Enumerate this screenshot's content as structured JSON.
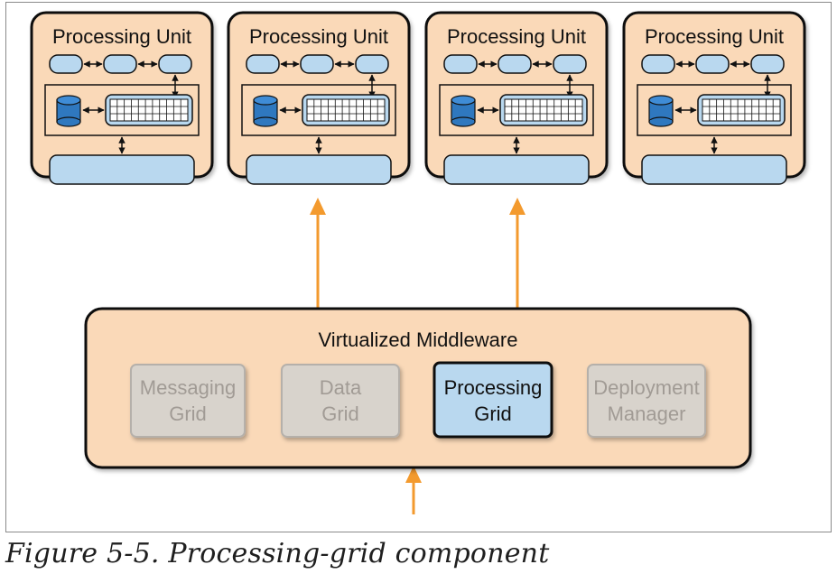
{
  "diagram": {
    "processing_units": [
      {
        "title": "Processing Unit"
      },
      {
        "title": "Processing Unit"
      },
      {
        "title": "Processing Unit"
      },
      {
        "title": "Processing Unit"
      }
    ],
    "middleware": {
      "title": "Virtualized Middleware",
      "components": [
        {
          "line1": "Messaging",
          "line2": "Grid",
          "active": false
        },
        {
          "line1": "Data",
          "line2": "Grid",
          "active": false
        },
        {
          "line1": "Processing",
          "line2": "Grid",
          "active": true
        },
        {
          "line1": "Deployment",
          "line2": "Manager",
          "active": false
        }
      ]
    },
    "colors": {
      "unit_fill": "#fad9b8",
      "component_fill": "#b9d8ef",
      "database_fill": "#2f78bf",
      "inactive_fill": "#d8d3cc",
      "inactive_text": "#a19b95",
      "arrow_orange": "#f39a2e",
      "outline": "#111111"
    }
  },
  "caption": "Figure 5-5. Processing-grid component"
}
